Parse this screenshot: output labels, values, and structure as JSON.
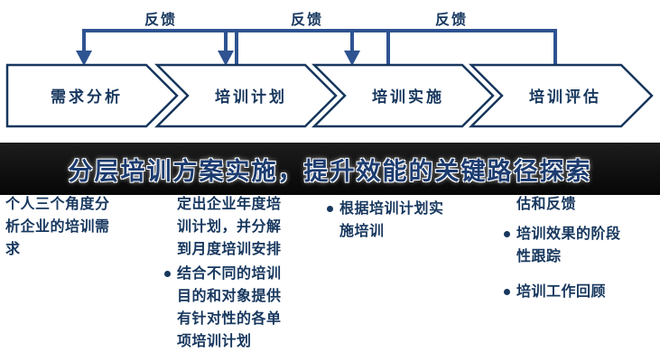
{
  "banner": {
    "title": "分层培训方案实施，提升效能的关键路径探索",
    "bg_color": "#121212",
    "title_color": "#1c3c70"
  },
  "diagram": {
    "stages": [
      "需求分析",
      "培训计划",
      "培训实施",
      "培训评估"
    ],
    "feedback_labels": [
      "反馈",
      "反馈",
      "反馈"
    ],
    "colors": {
      "outline": "#17375E",
      "arrow": "#2e5391",
      "text": "#17375E"
    }
  },
  "columns": [
    {
      "items": [
        {
          "bullet": false,
          "text": "个人三个角度分析企业的培训需求"
        }
      ]
    },
    {
      "items": [
        {
          "bullet": false,
          "text": "定出企业年度培训计划，并分解到月度培训安排"
        },
        {
          "bullet": true,
          "text": "结合不同的培训目的和对象提供有针对性的各单项培训计划"
        }
      ]
    },
    {
      "items": [
        {
          "bullet": true,
          "text": "根据培训计划实施培训"
        }
      ]
    },
    {
      "items": [
        {
          "bullet": false,
          "text": "估和反馈"
        },
        {
          "bullet": true,
          "text": "培训效果的阶段性跟踪"
        },
        {
          "bullet": true,
          "text": "培训工作回顾"
        }
      ]
    }
  ]
}
